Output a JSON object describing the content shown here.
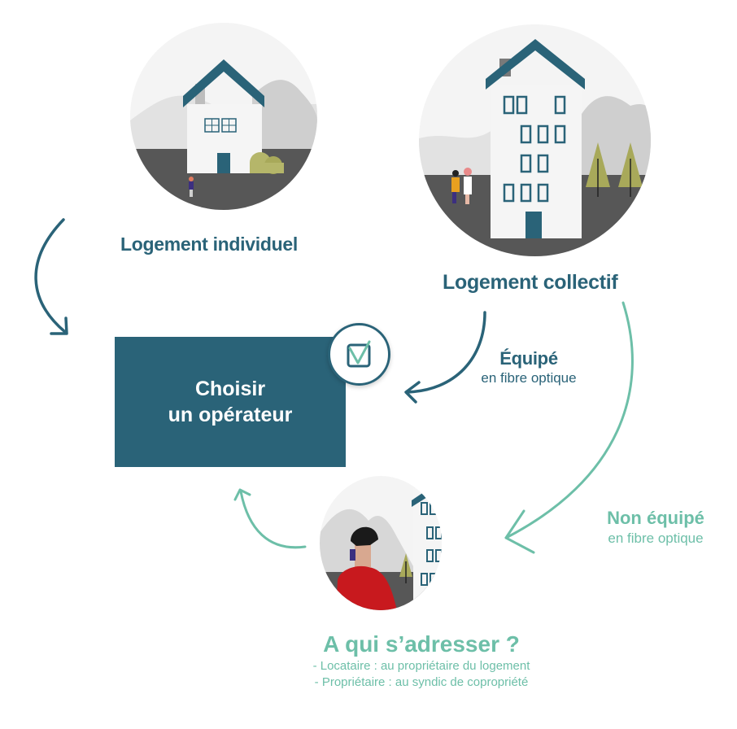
{
  "colors": {
    "primary": "#2a6378",
    "accent": "#6dbfa8",
    "ground": "#575757",
    "sky": "#f4f4f4"
  },
  "nodes": {
    "individual": {
      "label": "Logement individuel",
      "icon": "house-illustration"
    },
    "collective": {
      "label": "Logement collectif",
      "icon": "apartment-building-illustration"
    },
    "choose": {
      "line1": "Choisir",
      "line2": "un opérateur",
      "icon": "checkbox-checked-icon"
    },
    "contact": {
      "title": "A qui s’adresser ?",
      "lines": [
        "- Locataire : au propriétaire du logement",
        "- Propriétaire : au syndic de copropriété"
      ],
      "icon": "person-on-phone-illustration"
    }
  },
  "edges": {
    "equipped": {
      "title": "Équipé",
      "subtitle": "en fibre optique"
    },
    "not_equipped": {
      "title": "Non équipé",
      "subtitle": "en fibre optique"
    }
  }
}
